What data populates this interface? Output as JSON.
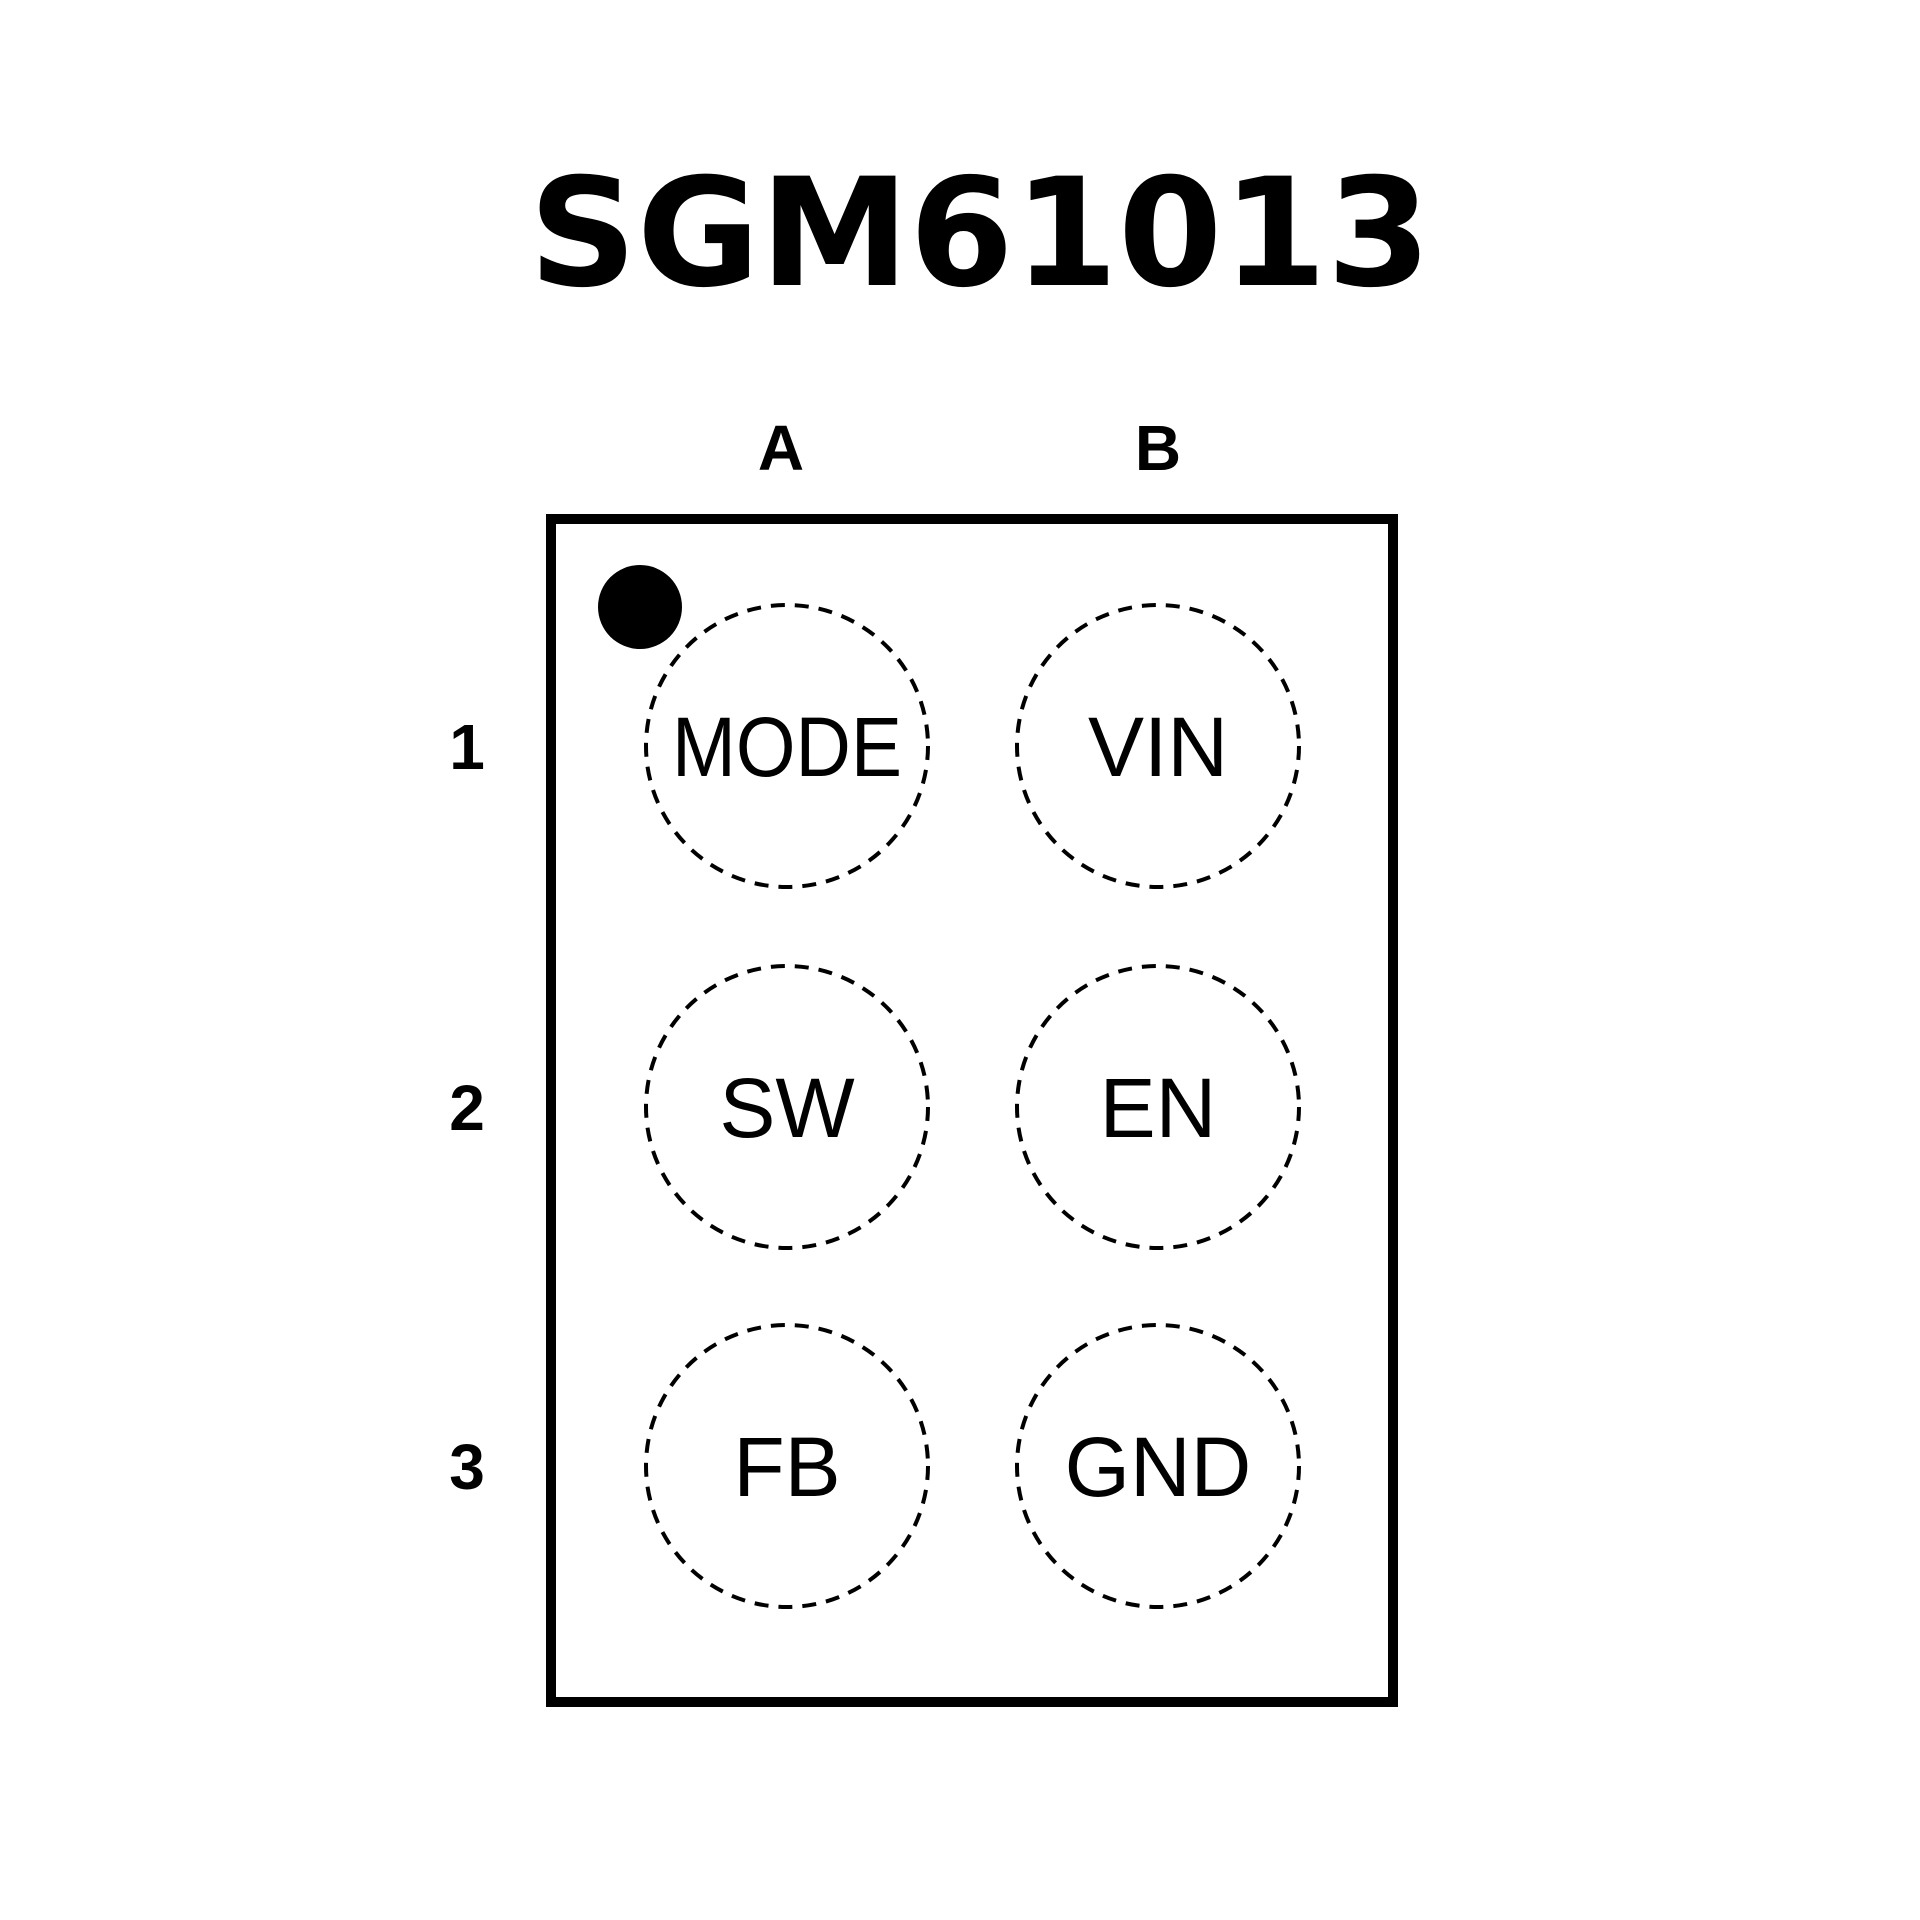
{
  "title": "SGM61013",
  "columns": [
    "A",
    "B"
  ],
  "rows": [
    "1",
    "2",
    "3"
  ],
  "pins": [
    {
      "id": "A1",
      "label": "MODE"
    },
    {
      "id": "B1",
      "label": "VIN"
    },
    {
      "id": "A2",
      "label": "SW"
    },
    {
      "id": "B2",
      "label": "EN"
    },
    {
      "id": "A3",
      "label": "FB"
    },
    {
      "id": "B3",
      "label": "GND"
    }
  ],
  "colors": {
    "stroke": "#000000",
    "background": "#ffffff"
  }
}
